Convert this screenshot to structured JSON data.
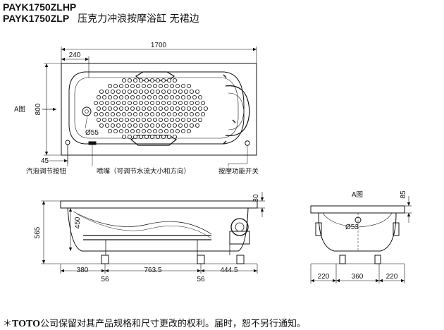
{
  "title": {
    "model_1": "PAYK1750ZLHP",
    "model_2": "PAYK1750ZLP",
    "description": "压克力冲浪按摩浴缸  无裙边"
  },
  "top_view": {
    "dim_length": "1700",
    "dim_offset": "240",
    "dim_width": "800",
    "dim_edge": "45",
    "drain_diameter": "Ø55",
    "view_marker": "A图",
    "callout_air_button": "汽泡调节按钮",
    "callout_nozzle": "喷嘴（可调节水流大小和方向）",
    "callout_massage_switch": "按摩功能开关"
  },
  "side_view": {
    "dim_height": "565",
    "dim_rim": "30",
    "dim_depth": "450",
    "dim_left": "380",
    "dim_middle": "763.5",
    "dim_right": "444.5",
    "dim_foot_1": "56",
    "dim_foot_2": "56"
  },
  "end_view": {
    "label": "A图",
    "dim_rim": "85",
    "drain_diameter": "Ø53",
    "dim_left": "220",
    "dim_middle": "360",
    "dim_right": "220"
  },
  "footer": {
    "mark": "＊",
    "brand": "TOTO",
    "notice": "公司保留对其产品规格和尺寸更改的权利。届时，恕不另行通知。"
  }
}
